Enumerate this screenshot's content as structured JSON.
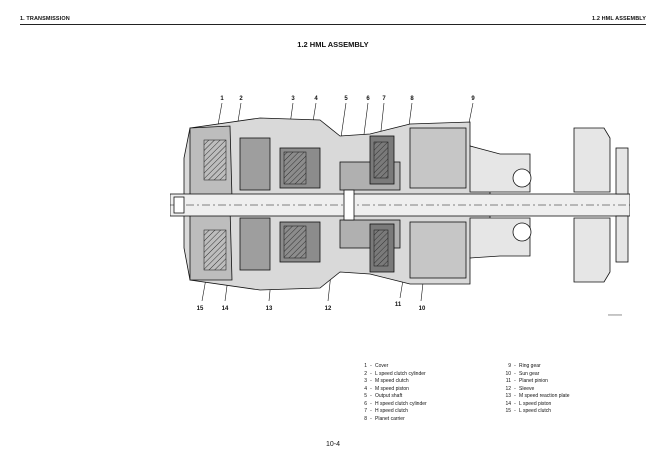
{
  "header": {
    "left": "1. TRANSMISSION",
    "right": "1.2 HML ASSEMBLY"
  },
  "title": "1.2 HML ASSEMBLY",
  "callouts": {
    "c1": "1",
    "c2": "2",
    "c3": "3",
    "c4": "4",
    "c5": "5",
    "c6": "6",
    "c7": "7",
    "c8": "8",
    "c9": "9",
    "c10": "10",
    "c11": "11",
    "c12": "12",
    "c13": "13",
    "c14": "14",
    "c15": "15"
  },
  "drawing_code": "XXXXXXX",
  "legend": [
    {
      "num": "1",
      "label": "Cover"
    },
    {
      "num": "2",
      "label": "L speed clutch cylinder"
    },
    {
      "num": "3",
      "label": "M speed clutch"
    },
    {
      "num": "4",
      "label": "M speed piston"
    },
    {
      "num": "5",
      "label": "Output shaft"
    },
    {
      "num": "6",
      "label": "H speed clutch cylinder"
    },
    {
      "num": "7",
      "label": "H speed clutch"
    },
    {
      "num": "8",
      "label": "Planet carrier"
    },
    {
      "num": "9",
      "label": "Ring gear"
    },
    {
      "num": "10",
      "label": "Sun gear"
    },
    {
      "num": "11",
      "label": "Planet pinion"
    },
    {
      "num": "12",
      "label": "Sleeve"
    },
    {
      "num": "13",
      "label": "M speed reaction plate"
    },
    {
      "num": "14",
      "label": "L speed piston"
    },
    {
      "num": "15",
      "label": "L speed clutch"
    }
  ],
  "page_number": "10-4"
}
